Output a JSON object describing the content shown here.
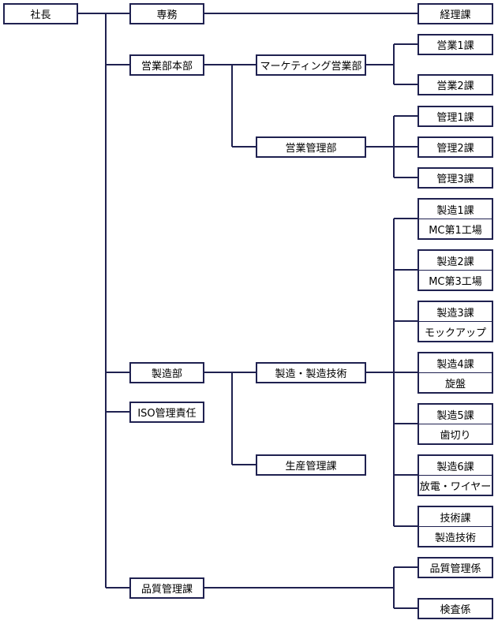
{
  "org": {
    "president": "社長",
    "executive": "専務",
    "accounting": "経理課",
    "sales_hq": "営業部本部",
    "marketing": "マーケティング営業部",
    "sales1": "営業1課",
    "sales2": "営業2課",
    "sales_admin": "営業管理部",
    "admin1": "管理1課",
    "admin2": "管理2課",
    "admin3": "管理3課",
    "manufacturing": "製造部",
    "mfg_tech": "製造・製造技術",
    "production_control": "生産管理課",
    "iso": "ISO管理責任",
    "quality": "品質管理課",
    "mfg_units": [
      {
        "top": "製造1課",
        "bottom": "MC第1工場"
      },
      {
        "top": "製造2課",
        "bottom": "MC第3工場"
      },
      {
        "top": "製造3課",
        "bottom": "モックアップ"
      },
      {
        "top": "製造4課",
        "bottom": "旋盤"
      },
      {
        "top": "製造5課",
        "bottom": "歯切り"
      },
      {
        "top": "製造6課",
        "bottom": "放電・ワイヤー"
      },
      {
        "top": "技術課",
        "bottom": "製造技術"
      }
    ],
    "qc_staff": "品質管理係",
    "inspection": "検査係"
  }
}
